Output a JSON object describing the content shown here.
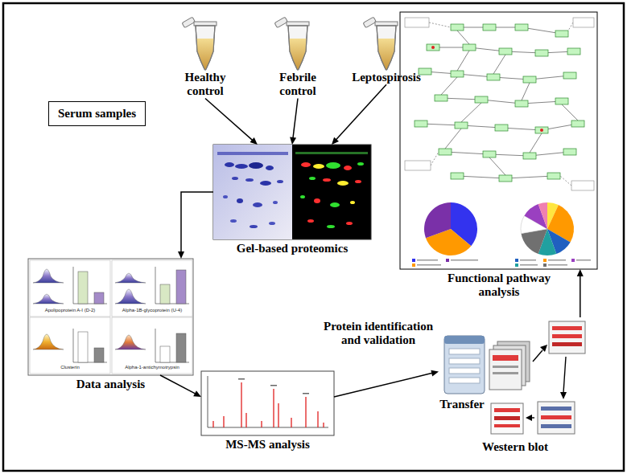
{
  "diagram": {
    "nodes": [
      {
        "text": [
          "Healthy control"
        ]
      },
      {
        "text": [
          "Febrile control"
        ]
      },
      {
        "text": [
          "Leptospirosis"
        ]
      },
      {
        "text": [
          "Serum samples"
        ]
      },
      {
        "text": [
          "Gel-based proteomics"
        ]
      },
      {
        "text": [
          "Functional pathway analysis"
        ]
      },
      {
        "text": [
          "Data analysis"
        ]
      },
      {
        "text": [
          "MS-MS analysis"
        ]
      },
      {
        "text": [
          "Transfer",
          "Western blot"
        ]
      }
    ],
    "edges": [
      {
        "from": 0,
        "to": 4,
        "arrow": "to"
      },
      {
        "from": 1,
        "to": 4,
        "arrow": "to"
      },
      {
        "from": 2,
        "to": 4,
        "arrow": "to"
      },
      {
        "from": 4,
        "to": 6,
        "arrow": "to"
      },
      {
        "from": 6,
        "to": 7,
        "arrow": "to"
      },
      {
        "from": 7,
        "to": 8,
        "label": "Protein identification and validation",
        "arrow": "to"
      },
      {
        "from": 8,
        "to": 5,
        "arrow": "to"
      }
    ],
    "labels": [
      "Apolipoprotein A-I (D-2)",
      "Alpha-1B-glycoprotein (U-4)",
      "Clusterin",
      "Alpha-1-antichymotrypsin"
    ]
  }
}
